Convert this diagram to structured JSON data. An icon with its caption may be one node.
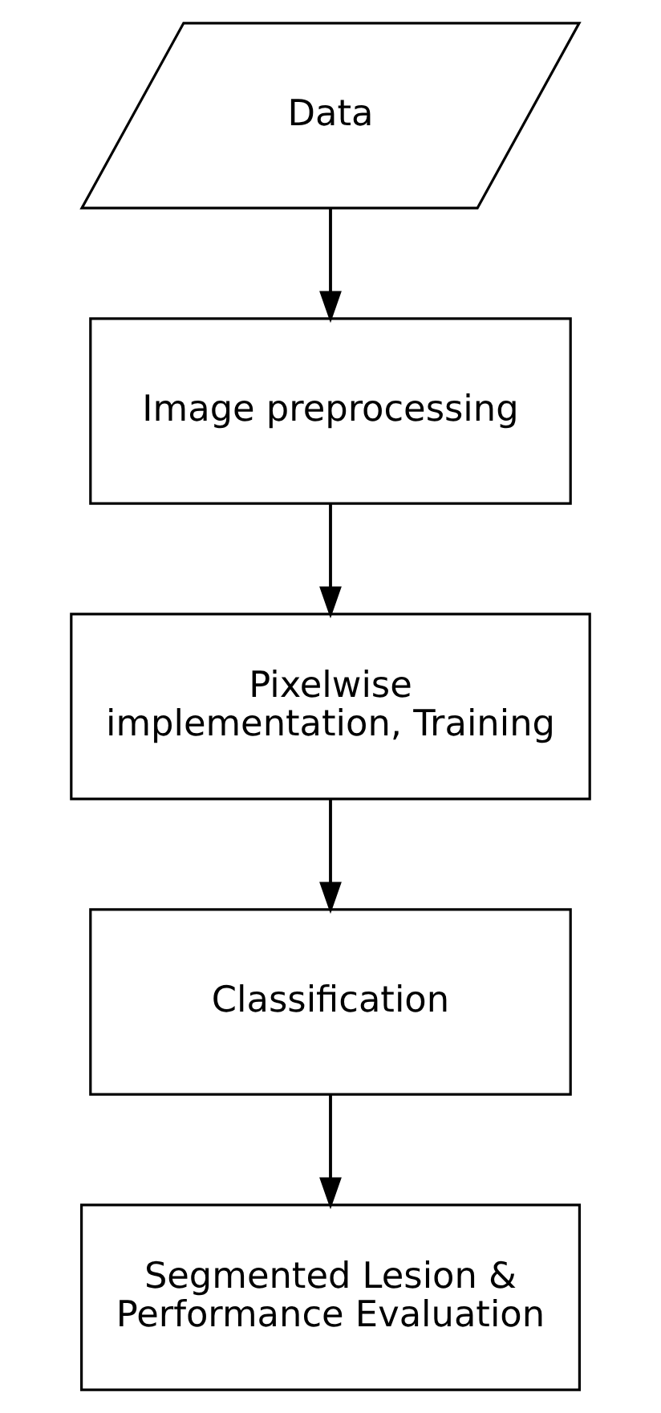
{
  "diagram": {
    "nodes": [
      {
        "text": [
          "Data"
        ]
      },
      {
        "text": [
          "Image preprocessing"
        ]
      },
      {
        "text": [
          "Pixelwise implementation, Training"
        ]
      },
      {
        "text": [
          "Classification"
        ]
      },
      {
        "text": [
          "Segmented Lesion & Performance Evaluation"
        ]
      }
    ],
    "edges": [
      {
        "from": 0,
        "to": 1,
        "arrow": "to"
      },
      {
        "from": 1,
        "to": 2,
        "arrow": "to"
      },
      {
        "from": 2,
        "to": 3,
        "arrow": "to"
      },
      {
        "from": 3,
        "to": 4,
        "arrow": "to"
      }
    ]
  }
}
